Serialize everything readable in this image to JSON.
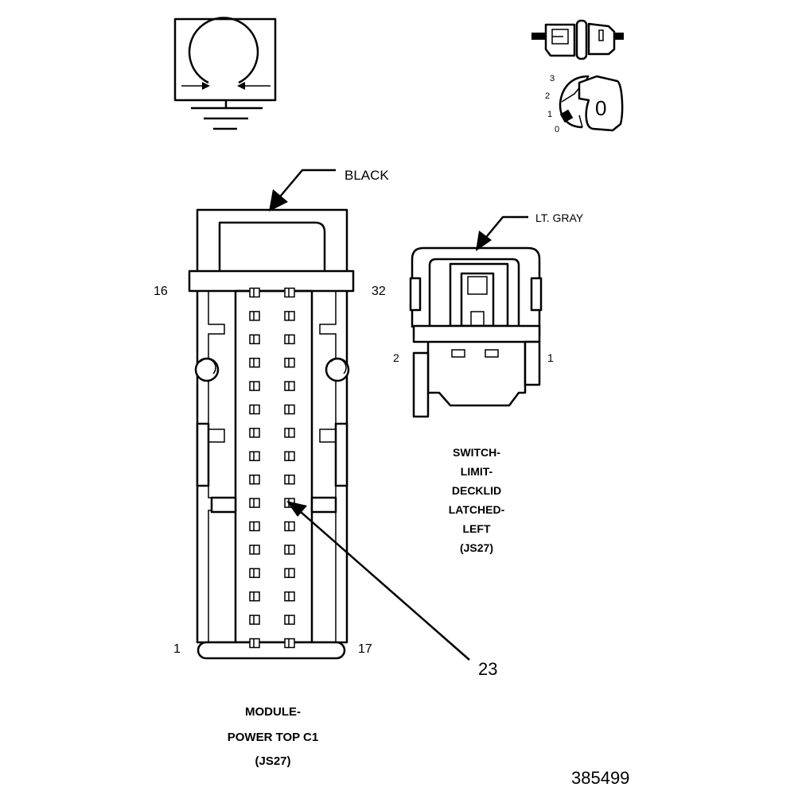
{
  "connector_c1": {
    "color": "BLACK",
    "pin_top_left": "16",
    "pin_top_right": "32",
    "pin_bottom_left": "1",
    "pin_bottom_right": "17",
    "title_line1": "MODULE-",
    "title_line2": "POWER TOP C1",
    "title_line3": "(JS27)"
  },
  "connector_switch": {
    "color": "LT. GRAY",
    "pin_left": "2",
    "pin_right": "1",
    "title_lines": [
      "SWITCH-",
      "LIMIT-",
      "DECKLID",
      "LATCHED-",
      "LEFT",
      "(JS27)"
    ]
  },
  "ignition": {
    "positions": [
      "3",
      "2",
      "1",
      "0"
    ],
    "key_label": "0"
  },
  "callout": "23",
  "figure_number": "385499"
}
